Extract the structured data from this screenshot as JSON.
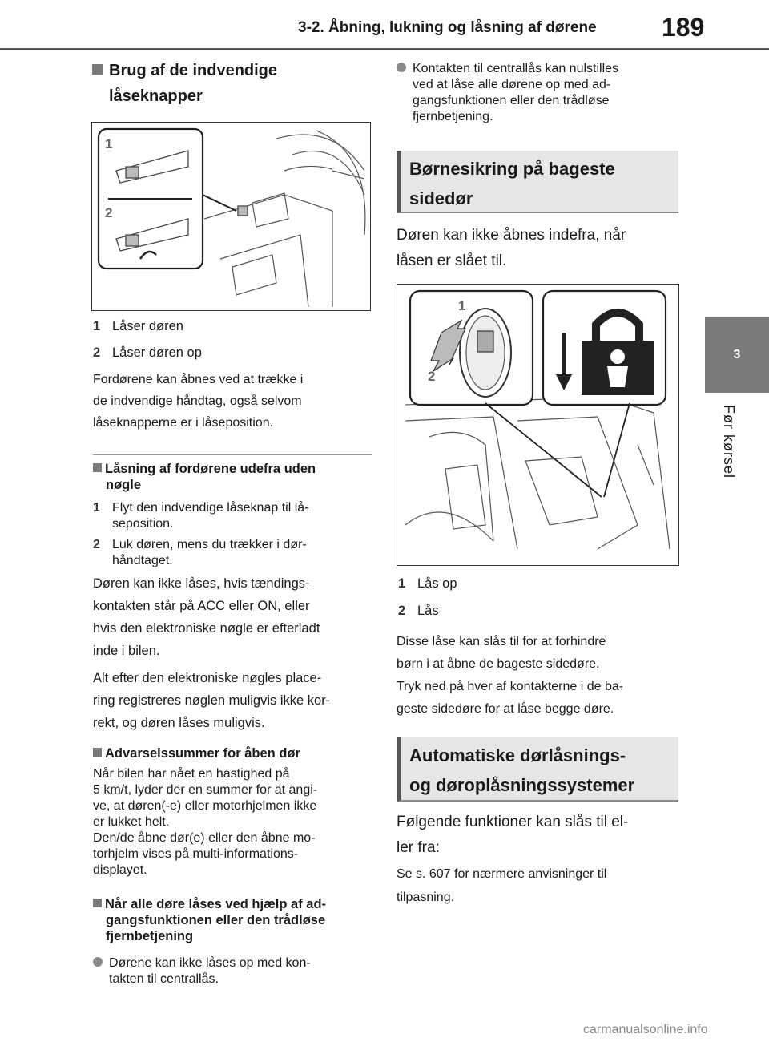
{
  "header": {
    "section": "3-2. Åbning, lukning og låsning af dørene",
    "page": "189"
  },
  "side_tab": {
    "number": "3",
    "label": "Før kørsel"
  },
  "left": {
    "h1_line1": "Brug af de indvendige",
    "h1_line2": "låseknapper",
    "fig1_labels": [
      "1",
      "2"
    ],
    "items1": [
      {
        "n": "1",
        "t": "Låser døren"
      },
      {
        "n": "2",
        "t": "Låser døren op"
      }
    ],
    "p1": [
      "Fordørene kan åbnes ved at trække i",
      "de indvendige håndtag, også selvom",
      "låseknapperne er i låseposition."
    ],
    "h2_line1": "Låsning af fordørene udefra uden",
    "h2_line2": "nøgle",
    "items2": [
      {
        "n": "1",
        "l1": "Flyt den indvendige låseknap til lå-",
        "l2": "seposition."
      },
      {
        "n": "2",
        "l1": "Luk døren, mens du trækker i dør-",
        "l2": "håndtaget."
      }
    ],
    "p2": [
      "Døren kan ikke låses, hvis tændings-",
      "kontakten står på ACC eller ON, eller",
      "hvis den elektroniske nøgle er efterladt",
      "inde i bilen."
    ],
    "p3": [
      "Alt efter den elektroniske nøgles place-",
      "ring registreres nøglen muligvis ikke kor-",
      "rekt, og døren låses muligvis."
    ],
    "h3": "Advarselssummer for åben dør",
    "p4": [
      "Når bilen har nået en hastighed på",
      "5 km/t, lyder der en summer for at angi-",
      "ve, at døren(-e) eller motorhjelmen ikke",
      "er lukket helt.",
      "Den/de åbne dør(e) eller den åbne mo-",
      "torhjelm vises på multi-informations-",
      "displayet."
    ],
    "h4": [
      "Når alle døre låses ved hjælp af ad-",
      "gangsfunktionen eller den trådløse",
      "fjernbetjening"
    ],
    "b1": [
      "Dørene kan ikke låses op med kon-",
      "takten til centrallås."
    ]
  },
  "right": {
    "b2": [
      "Kontakten til centrallås kan nulstilles",
      "ved at låse alle dørene op med ad-",
      "gangsfunktionen eller den trådløse",
      "fjernbetjening."
    ],
    "box1": [
      "Børnesikring på bageste",
      "sidedør"
    ],
    "p5": [
      "Døren kan ikke åbnes indefra, når",
      "låsen er slået til."
    ],
    "fig2_labels": [
      "1",
      "2"
    ],
    "items3": [
      {
        "n": "1",
        "t": "Lås op"
      },
      {
        "n": "2",
        "t": "Lås"
      }
    ],
    "p6": [
      "Disse låse kan slås til for at forhindre",
      "børn i at åbne de bageste sidedøre.",
      "Tryk ned på hver af kontakterne i de ba-",
      "geste sidedøre for at låse begge døre."
    ],
    "box2": [
      "Automatiske dørlåsnings-",
      "og døroplåsningssystemer"
    ],
    "p7": [
      "Følgende funktioner kan slås til el-",
      "ler fra:"
    ],
    "p8": [
      "Se s. 607 for nærmere anvisninger til",
      "tilpasning."
    ]
  },
  "watermark": "carmanualsonline.info",
  "colors": {
    "tab_gray": "#7a7a7a",
    "box_gray": "#e6e6e6",
    "accent": "#555555"
  }
}
